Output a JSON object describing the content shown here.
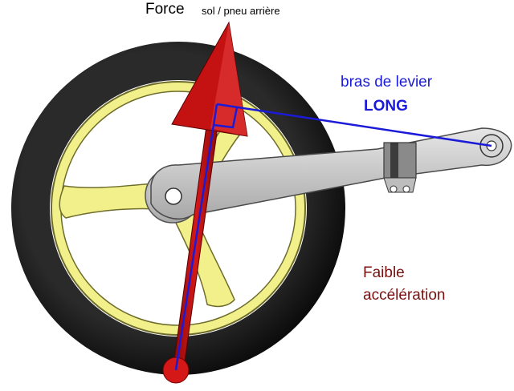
{
  "labels": {
    "force": "Force",
    "force_sub": "sol / pneu arrière",
    "lever_line1": "bras de levier",
    "lever_line2": "LONG",
    "accel_line1": "Faible",
    "accel_line2": "accélération"
  },
  "colors": {
    "tire": "#0b0b0b",
    "rim": "#f2f08a",
    "swingarm": "#cfcfcf",
    "force_arrow": "#c41212",
    "lever_arm": "#1a1ad8",
    "accel_text": "#7a1010"
  }
}
